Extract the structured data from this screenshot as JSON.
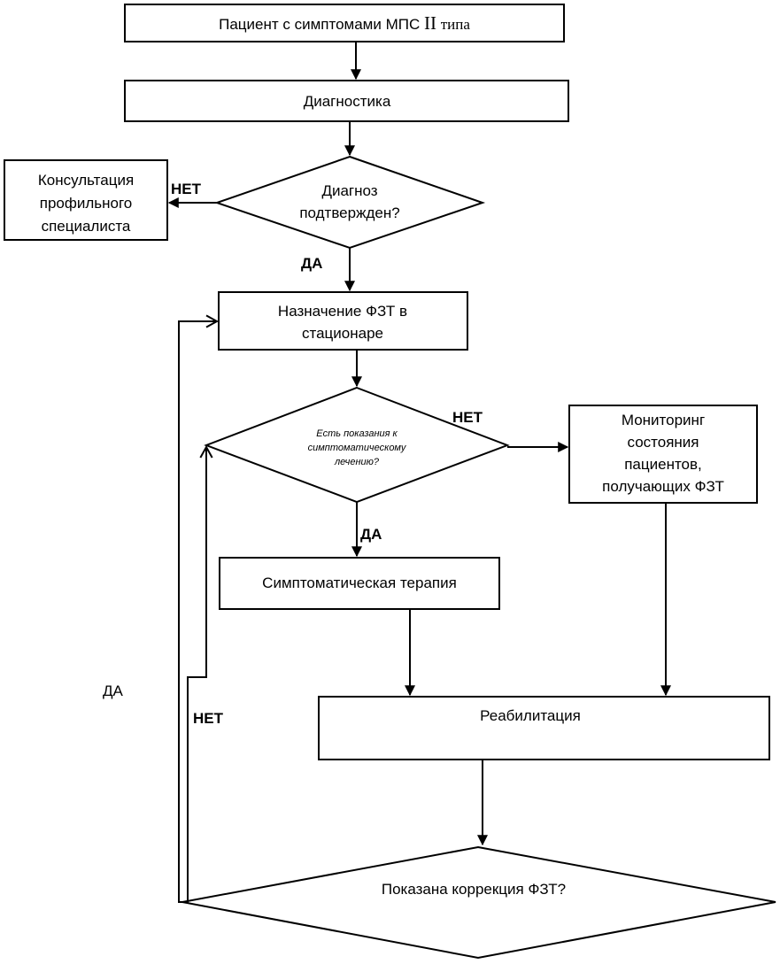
{
  "nodes": {
    "patient": {
      "text": "Пациент с симптомами  МПС",
      "roman": "II",
      "suffix": "типа"
    },
    "diagnostics": {
      "text": "Диагностика"
    },
    "diagnosis_confirmed": {
      "line1": "Диагноз",
      "line2": "подтвержден?"
    },
    "consult": {
      "line1": "Консультация",
      "line2": "профильного",
      "line3": "специалиста"
    },
    "fzt_inpatient": {
      "line1": "Назначение  ФЗТ в",
      "line2": "стационаре"
    },
    "symptomatic_indications": {
      "line1": "Есть показания к",
      "line2": "симптоматическому",
      "line3": "лечению?"
    },
    "monitoring": {
      "line1": "Мониторинг",
      "line2": "состояния",
      "line3": "пациентов,",
      "line4": "получающих ФЗТ"
    },
    "symptomatic_therapy": {
      "text": "Симптоматическая  терапия"
    },
    "rehabilitation": {
      "text": "Реабилитация"
    },
    "fzt_correction": {
      "text": "Показана  коррекция  ФЗТ?"
    }
  },
  "branch_labels": {
    "diagnosis_no": "НЕТ",
    "diagnosis_yes": "ДА",
    "indications_no": "НЕТ",
    "indications_yes": "ДА",
    "correction_yes": "ДА",
    "correction_no": "НЕТ"
  }
}
